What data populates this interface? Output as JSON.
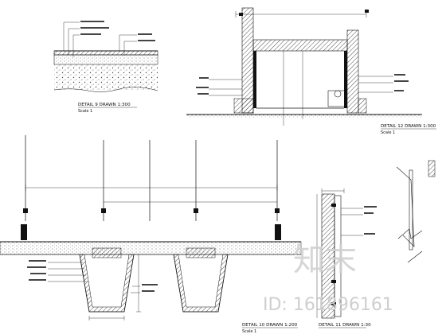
{
  "details": {
    "d9": {
      "title": "DETAIL 9 DRAWN 1:300",
      "note": "Scale 1"
    },
    "d12": {
      "title": "DETAIL 12 DRAWN 1:300",
      "note": "Scale 1"
    },
    "d10": {
      "title": "DETAIL 10 DRAWN 1:200",
      "note": "Scale 1"
    },
    "d11": {
      "title": "DETAIL 11 DRAWN 1:30"
    }
  },
  "watermark": {
    "text": "知末",
    "id": "ID: 161896161"
  },
  "colors": {
    "line": "#111111",
    "hatch": "#333333",
    "watermark": "#d0d0d0"
  }
}
